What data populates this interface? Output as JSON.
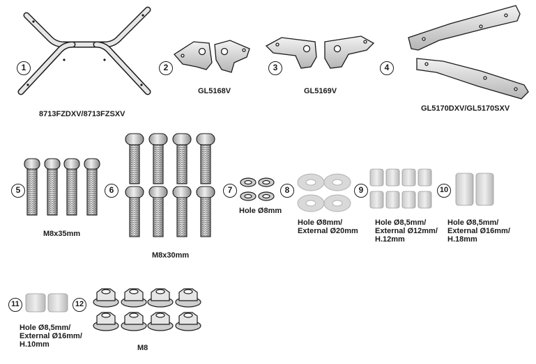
{
  "items": [
    {
      "number": "1",
      "code": "8713FZDXV/8713FZSXV"
    },
    {
      "number": "2",
      "code": "GL5168V"
    },
    {
      "number": "3",
      "code": "GL5169V"
    },
    {
      "number": "4",
      "code": "GL5170DXV/GL5170SXV"
    },
    {
      "number": "5",
      "desc": "M8x35mm"
    },
    {
      "number": "6",
      "desc": "M8x30mm"
    },
    {
      "number": "7",
      "desc": "Hole Ø8mm"
    },
    {
      "number": "8",
      "desc_lines": [
        "Hole Ø8mm/",
        "External Ø20mm"
      ]
    },
    {
      "number": "9",
      "desc_lines": [
        "Hole Ø8,5mm/",
        "External Ø12mm/",
        "H.12mm"
      ]
    },
    {
      "number": "10",
      "desc_lines": [
        "Hole Ø8,5mm/",
        "External Ø16mm/",
        "H.18mm"
      ]
    },
    {
      "number": "11",
      "desc_lines": [
        "Hole Ø8,5mm/",
        "External Ø16mm/",
        "H.10mm"
      ]
    },
    {
      "number": "12",
      "desc": "M8"
    }
  ],
  "colors": {
    "ink": "#1a1a1a",
    "metal_light": "#e2e2e2",
    "metal_mid": "#bdbdbd",
    "metal_dark": "#7a7a7a"
  }
}
